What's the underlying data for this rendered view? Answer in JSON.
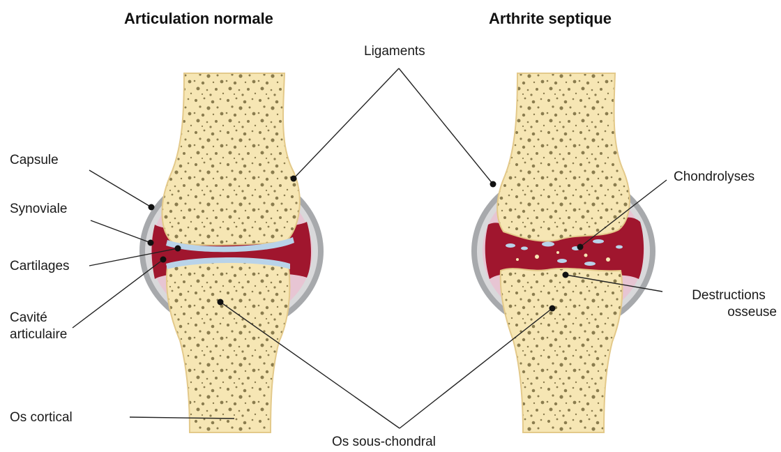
{
  "titles": {
    "left": "Articulation normale",
    "right": "Arthrite septique"
  },
  "labels": {
    "ligaments": "Ligaments",
    "capsule": "Capsule",
    "synoviale": "Synoviale",
    "cartilages": "Cartilages",
    "cavite_line1": "Cavité",
    "cavite_line2": "articulaire",
    "os_cortical": "Os cortical",
    "os_sous_chondral": "Os sous-chondral",
    "chondrolyses": "Chondrolyses",
    "destructions_line1": "Destructions",
    "destructions_line2": "osseuse"
  },
  "colors": {
    "bone": "#f6e6b4",
    "bone_edge": "#e3c98a",
    "trabecula": "#8a7c4e",
    "capsule_gray": "#a7a9ac",
    "synovial_pink": "#e7c5d3",
    "cavity_red": "#a0162e",
    "cartilage_blue": "#b9d3e9",
    "line": "#222222"
  }
}
